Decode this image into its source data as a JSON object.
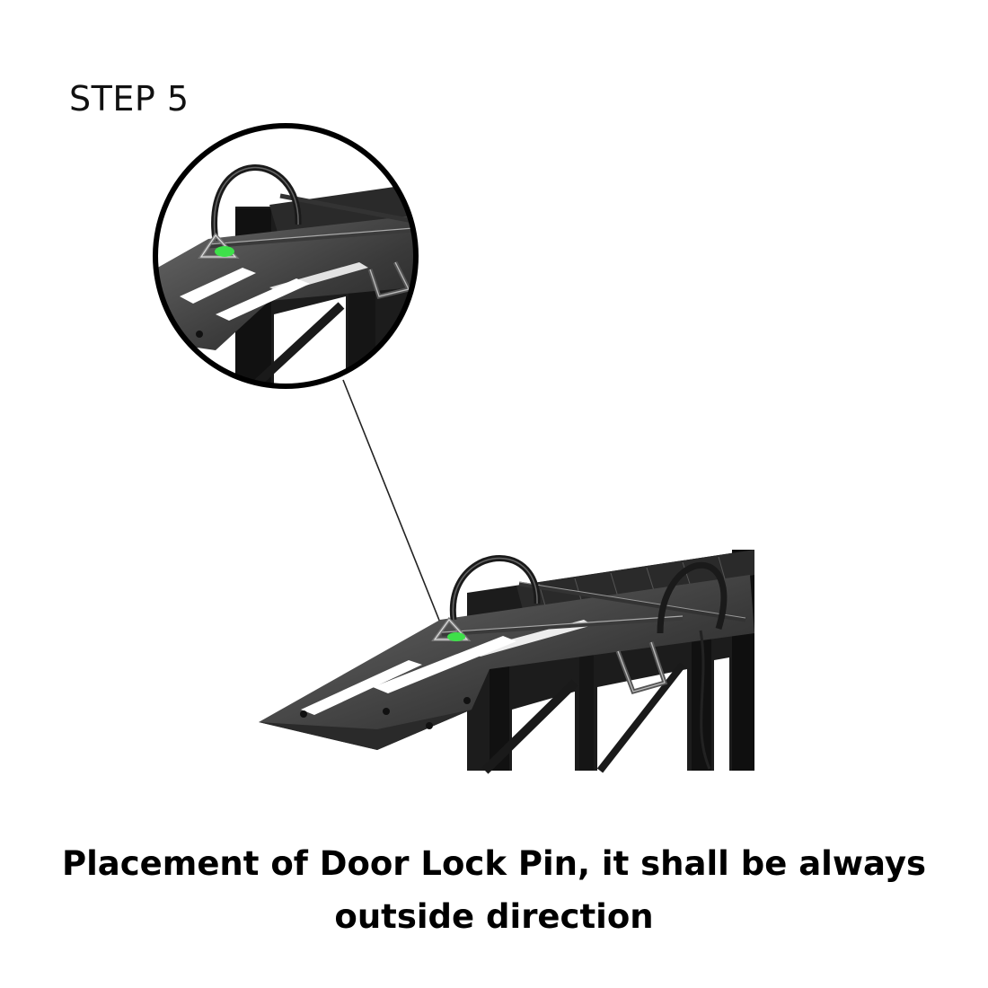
{
  "step": {
    "label": "STEP 5"
  },
  "caption": {
    "line1": "Placement of Door Lock Pin, it shall be always",
    "line2": "outside direction"
  },
  "colors": {
    "background": "#ffffff",
    "text": "#000000",
    "metal": "#2b2b2b",
    "highlight": "#3ee04a"
  },
  "icons": {
    "detail_magnifier": "magnifier-circle",
    "lock_pin": "door-lock-pin"
  }
}
